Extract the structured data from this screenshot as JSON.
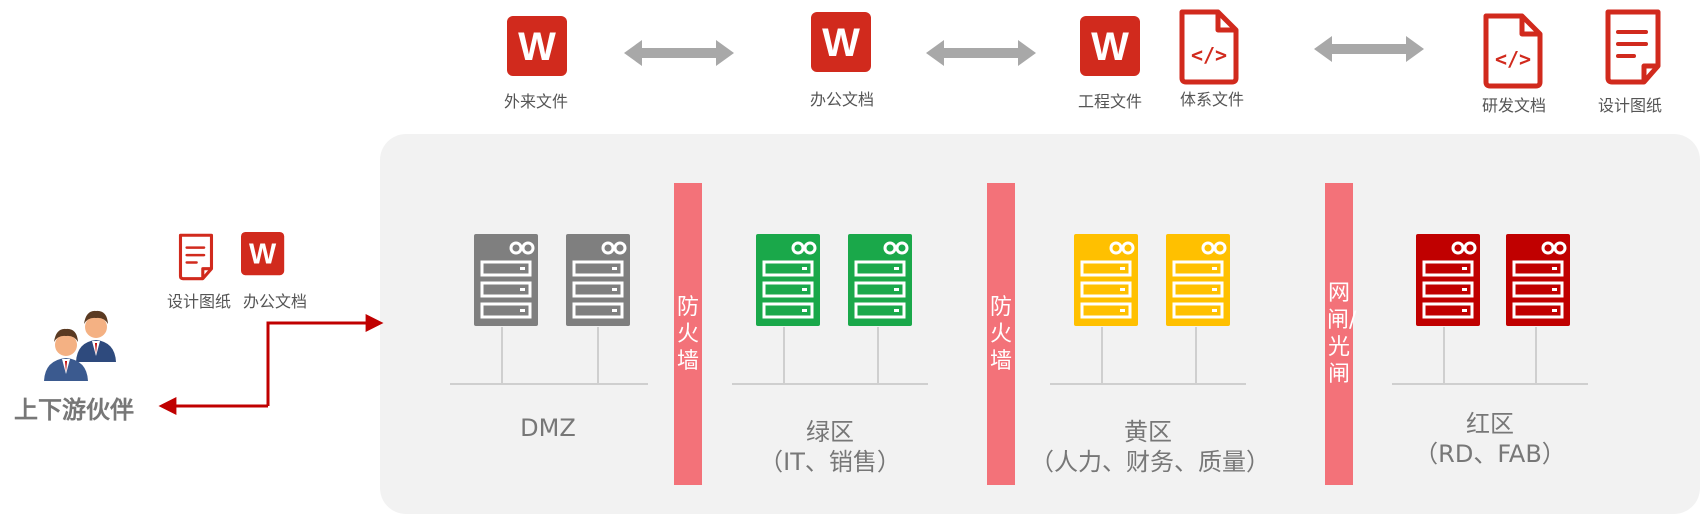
{
  "colors": {
    "doc_red": "#d12a1d",
    "wall": "#f37279",
    "zone_bg": "#f2f2f2",
    "arrow_gray": "#a8a8a8",
    "link_red": "#c00000",
    "server_gray": "#7f7f7f",
    "server_green": "#1aa84a",
    "server_yellow": "#ffc000",
    "server_red": "#c00000"
  },
  "top_docs": {
    "external": "外来文件",
    "office": "办公文档",
    "engineering": "工程文件",
    "system": "体系文件",
    "rd": "研发文档",
    "design": "设计图纸"
  },
  "partner": {
    "label": "上下游伙伴",
    "doc_design": "设计图纸",
    "doc_office": "办公文档"
  },
  "walls": {
    "firewall1": "防火墙",
    "firewall2": "防火墙",
    "gateway": "网闸/光闸"
  },
  "zones": {
    "dmz": {
      "name": "DMZ"
    },
    "green": {
      "name": "绿区",
      "sub": "（IT、销售）"
    },
    "yellow": {
      "name": "黄区",
      "sub": "（人力、财务、质量）"
    },
    "red": {
      "name": "红区",
      "sub": "（RD、FAB）"
    }
  },
  "icons": {
    "word": "word-document-icon",
    "code": "code-document-icon",
    "text": "text-document-icon",
    "server": "server-rack-icon",
    "people": "business-people-icon"
  }
}
